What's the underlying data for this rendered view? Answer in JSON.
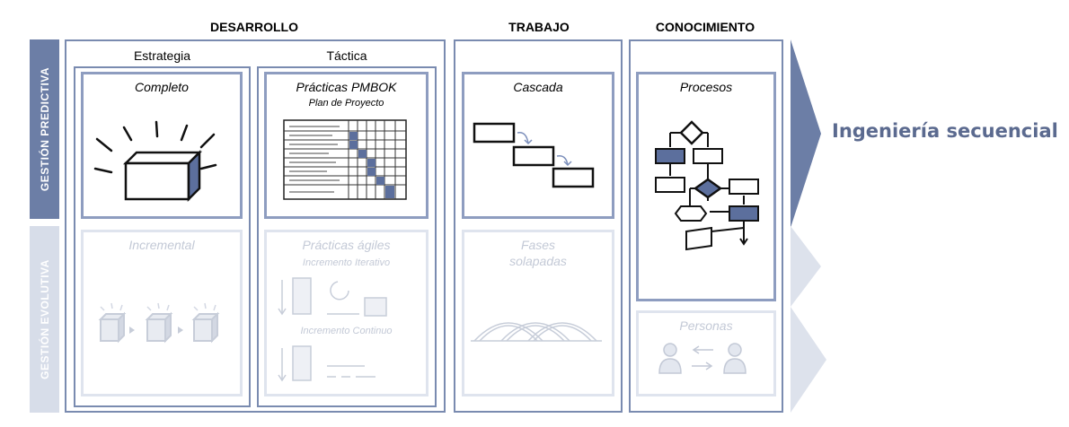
{
  "columns": {
    "desarrollo": "DESARROLLO",
    "trabajo": "TRABAJO",
    "conocimiento": "CONOCIMIENTO",
    "estrategia": "Estrategia",
    "tactica": "Táctica"
  },
  "rows": {
    "predictiva": "GESTIÓN PREDICTIVA",
    "evolutiva": "GESTIÓN EVOLUTIVA"
  },
  "cards": {
    "completo": "Completo",
    "pmbok_title": "Prácticas PMBOK",
    "pmbok_sub": "Plan de Proyecto",
    "cascada": "Cascada",
    "procesos": "Procesos",
    "incremental": "Incremental",
    "agiles_title": "Prácticas ágiles",
    "agiles_iterativo": "Incremento Iterativo",
    "agiles_continuo": "Incremento Continuo",
    "fases_line1": "Fases",
    "fases_line2": "solapadas",
    "personas": "Personas"
  },
  "result": {
    "label": "Ingeniería secuencial"
  },
  "colors": {
    "accent": "#6c7ea6",
    "accent_text": "#5b6a8f",
    "faded": "#d7dde9"
  }
}
